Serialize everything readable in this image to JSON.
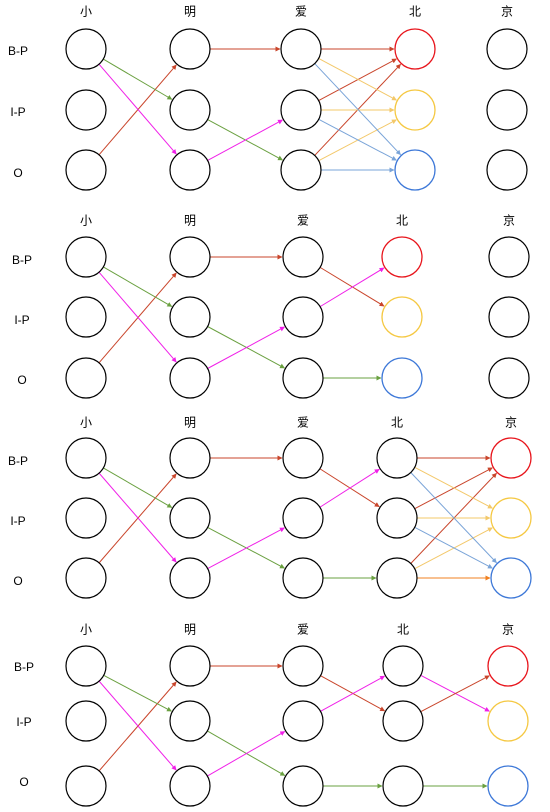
{
  "colors": {
    "node_default": "#000000",
    "red": "#e8151c",
    "yellow": "#f5c842",
    "blue": "#3d78d8",
    "arrow_red": "#c9452b",
    "arrow_green": "#6aa040",
    "arrow_magenta": "#f020e8",
    "arrow_blue": "#7aa4d8",
    "arrow_orange": "#f08020",
    "arrow_yellow": "#f3c86a"
  },
  "panels": [
    {
      "chars": [
        "小",
        "明",
        "爱",
        "北",
        "京"
      ],
      "rows": [
        "B-P",
        "I-P",
        "O"
      ],
      "colored_col": 3,
      "edges": [
        [
          0,
          2,
          1,
          0,
          "arrow_red"
        ],
        [
          0,
          0,
          1,
          1,
          "arrow_green"
        ],
        [
          0,
          0,
          1,
          2,
          "arrow_magenta"
        ],
        [
          1,
          0,
          2,
          0,
          "arrow_red"
        ],
        [
          1,
          1,
          2,
          2,
          "arrow_green"
        ],
        [
          1,
          2,
          2,
          1,
          "arrow_magenta"
        ],
        [
          2,
          0,
          3,
          0,
          "arrow_red"
        ],
        [
          2,
          1,
          3,
          0,
          "arrow_red"
        ],
        [
          2,
          2,
          3,
          0,
          "arrow_red"
        ],
        [
          2,
          0,
          3,
          1,
          "arrow_yellow"
        ],
        [
          2,
          1,
          3,
          1,
          "arrow_yellow"
        ],
        [
          2,
          2,
          3,
          1,
          "arrow_yellow"
        ],
        [
          2,
          0,
          3,
          2,
          "arrow_blue"
        ],
        [
          2,
          1,
          3,
          2,
          "arrow_blue"
        ],
        [
          2,
          2,
          3,
          2,
          "arrow_blue"
        ]
      ]
    },
    {
      "chars": [
        "小",
        "明",
        "爱",
        "北",
        "京"
      ],
      "rows": [
        "B-P",
        "I-P",
        "O"
      ],
      "colored_col": 3,
      "edges": [
        [
          0,
          2,
          1,
          0,
          "arrow_red"
        ],
        [
          0,
          0,
          1,
          1,
          "arrow_green"
        ],
        [
          0,
          0,
          1,
          2,
          "arrow_magenta"
        ],
        [
          1,
          0,
          2,
          0,
          "arrow_red"
        ],
        [
          1,
          1,
          2,
          2,
          "arrow_green"
        ],
        [
          1,
          2,
          2,
          1,
          "arrow_magenta"
        ],
        [
          2,
          0,
          3,
          1,
          "arrow_red"
        ],
        [
          2,
          1,
          3,
          0,
          "arrow_magenta"
        ],
        [
          2,
          2,
          3,
          2,
          "arrow_green"
        ]
      ]
    },
    {
      "chars": [
        "小",
        "明",
        "爱",
        "北",
        "京"
      ],
      "rows": [
        "B-P",
        "I-P",
        "O"
      ],
      "colored_col": 4,
      "edges": [
        [
          0,
          2,
          1,
          0,
          "arrow_red"
        ],
        [
          0,
          0,
          1,
          1,
          "arrow_green"
        ],
        [
          0,
          0,
          1,
          2,
          "arrow_magenta"
        ],
        [
          1,
          0,
          2,
          0,
          "arrow_red"
        ],
        [
          1,
          1,
          2,
          2,
          "arrow_green"
        ],
        [
          1,
          2,
          2,
          1,
          "arrow_magenta"
        ],
        [
          2,
          0,
          3,
          1,
          "arrow_red"
        ],
        [
          2,
          1,
          3,
          0,
          "arrow_magenta"
        ],
        [
          2,
          2,
          3,
          2,
          "arrow_green"
        ],
        [
          3,
          0,
          4,
          0,
          "arrow_red"
        ],
        [
          3,
          1,
          4,
          0,
          "arrow_red"
        ],
        [
          3,
          2,
          4,
          0,
          "arrow_red"
        ],
        [
          3,
          0,
          4,
          1,
          "arrow_yellow"
        ],
        [
          3,
          1,
          4,
          1,
          "arrow_yellow"
        ],
        [
          3,
          2,
          4,
          1,
          "arrow_yellow"
        ],
        [
          3,
          0,
          4,
          2,
          "arrow_blue"
        ],
        [
          3,
          1,
          4,
          2,
          "arrow_blue"
        ],
        [
          3,
          2,
          4,
          2,
          "arrow_orange"
        ]
      ]
    },
    {
      "chars": [
        "小",
        "明",
        "爱",
        "北",
        "京"
      ],
      "rows": [
        "B-P",
        "I-P",
        "O"
      ],
      "colored_col": 4,
      "edges": [
        [
          0,
          2,
          1,
          0,
          "arrow_red"
        ],
        [
          0,
          0,
          1,
          1,
          "arrow_green"
        ],
        [
          0,
          0,
          1,
          2,
          "arrow_magenta"
        ],
        [
          1,
          0,
          2,
          0,
          "arrow_red"
        ],
        [
          1,
          1,
          2,
          2,
          "arrow_green"
        ],
        [
          1,
          2,
          2,
          1,
          "arrow_magenta"
        ],
        [
          2,
          0,
          3,
          1,
          "arrow_red"
        ],
        [
          2,
          1,
          3,
          0,
          "arrow_magenta"
        ],
        [
          2,
          2,
          3,
          2,
          "arrow_green"
        ],
        [
          3,
          0,
          4,
          1,
          "arrow_magenta"
        ],
        [
          3,
          1,
          4,
          0,
          "arrow_red"
        ],
        [
          3,
          2,
          4,
          2,
          "arrow_green"
        ]
      ]
    }
  ]
}
